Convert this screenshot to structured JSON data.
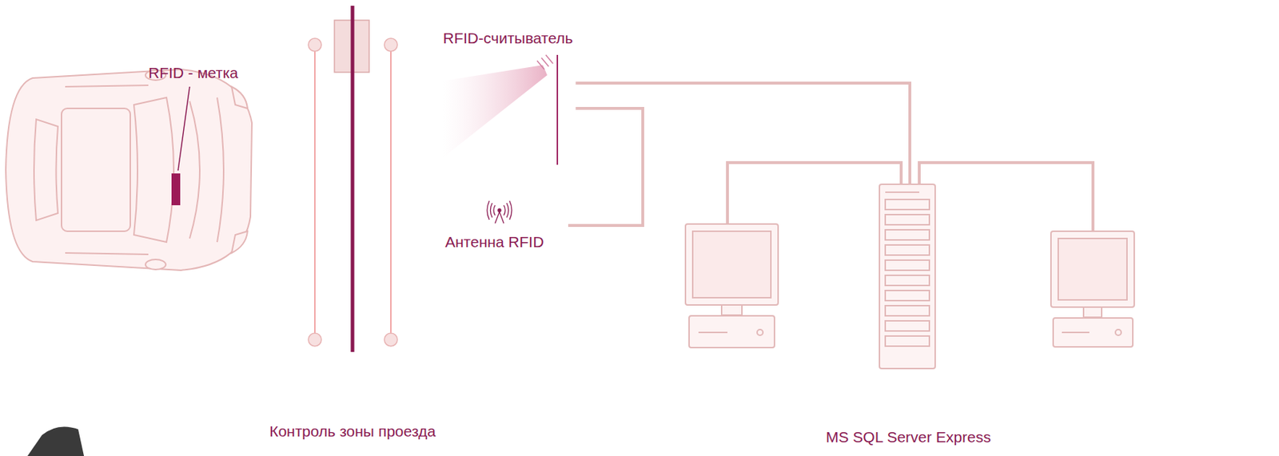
{
  "diagram": {
    "nodes": [
      {
        "text": [
          "RFID-считыватель"
        ]
      },
      {
        "text": [
          "Антенна RFID"
        ]
      },
      {
        "text": [
          "MS SQL Server Express"
        ]
      }
    ],
    "edges": [
      {
        "from": 0,
        "to": 2,
        "arrow": "none"
      },
      {
        "from": 1,
        "to": 0,
        "arrow": "none"
      }
    ],
    "labels": [
      "RFID - метка",
      "Контроль зоны проезда"
    ]
  }
}
